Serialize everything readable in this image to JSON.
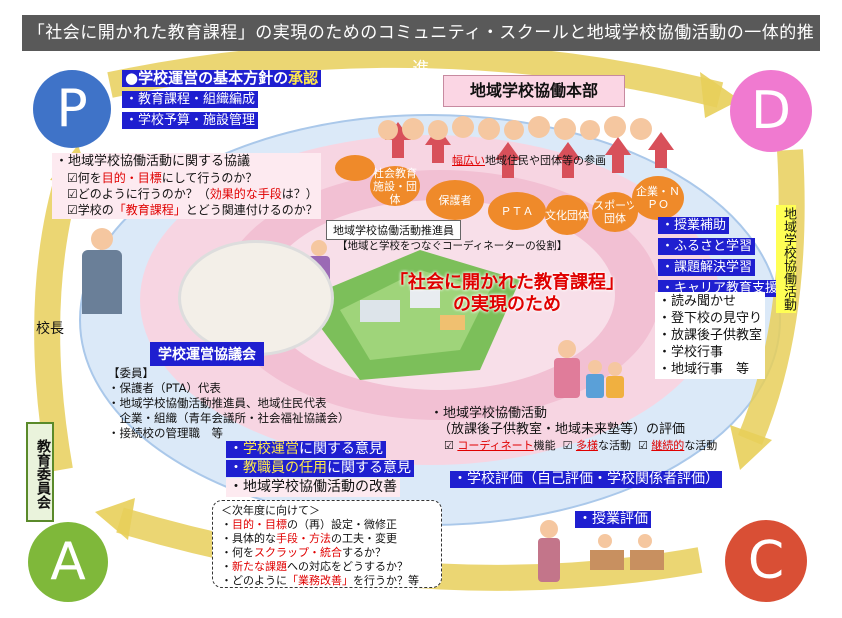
{
  "title": "「社会に開かれた教育課程」の実現のためのコミュニティ・スクールと地域学校協働活動の一体的推進",
  "pdca": {
    "p": "P",
    "d": "D",
    "c": "C",
    "a": "A"
  },
  "approval": {
    "bullet": "●",
    "heading_pre": "学校運営の基本方針の",
    "heading_hl": "承認",
    "items": [
      "・教育課程・組織編成",
      "・学校予算・施設管理"
    ]
  },
  "deliberation": {
    "heading": "・地域学校協働活動に関する協議",
    "line1_pre": "☑何を",
    "line1_red": "目的・目標",
    "line1_post": "にして行うのか？",
    "line2_pre": "☑どのように行うのか？（",
    "line2_red": "効果的な手段",
    "line2_post": "は？）",
    "line3_pre": "☑学校の",
    "line3_red": "「教育課程」",
    "line3_post": "とどう関連付けるのか？"
  },
  "honbu": {
    "label": "地域学校協働本部",
    "caption_red": "幅広い",
    "caption_post": "地域住民や団体等の参画"
  },
  "orgs": [
    "社会教育施設・団体",
    "保護者",
    "ＰＴＡ",
    "文化団体",
    "スポーツ団体",
    "企業・ＮＰＯ"
  ],
  "coordinator": {
    "label": "地域学校協働活動推進員",
    "role": "【地域と学校をつなぐコーディネーターの役割】"
  },
  "center": {
    "line1": "「社会に開かれた教育課程」",
    "line2": "の実現のため"
  },
  "principal": "校長",
  "council": {
    "label": "学校運営協議会",
    "members_heading": "【委員】",
    "members": [
      "・保護者（PTA）代表",
      "・地域学校協働活動推進員、地域住民代表",
      "　企業・組織（青年会議所・社会福祉協議会）",
      "・接続校の管理職　等"
    ]
  },
  "board": "教育委員会",
  "activities_blue": [
    "・授業補助",
    "・ふるさと学習",
    "・課題解決学習",
    "・キャリア教育支援"
  ],
  "activities_plain": [
    "・読み聞かせ",
    "・登下校の見守り",
    "・放課後子供教室",
    "・学校行事",
    "・地域行事　等"
  ],
  "side_vertical": "地域学校協働活動",
  "evaluation": {
    "line1": "・地域学校協働活動",
    "line2": "（放課後子供教室・地域未来塾等）の評価",
    "check1_pre": "☑ ",
    "check1_red": "コーディネート",
    "check1_post": "機能",
    "check2_pre": "☑ ",
    "check2_red": "多様",
    "check2_post": "な活動",
    "check3_pre": "☑ ",
    "check3_red": "継続的",
    "check3_post": "な活動"
  },
  "opinions": {
    "o1_hl": "学校運営",
    "o1_post": "に関する意見",
    "o2_hl": "教職員の任用",
    "o2_post": "に関する意見",
    "o3": "・地域学校協働活動の改善"
  },
  "school_eval": "・学校評価（自己評価・学校関係者評価）",
  "class_eval": "・授業評価",
  "next_year": {
    "heading": "＜次年度に向けて＞",
    "l1_red": "目的・目標",
    "l1_post": "の（再）設定・微修正",
    "l2_pre": "具体的な",
    "l2_red": "手段・方法",
    "l2_post": "の工夫・変更",
    "l3_pre": "何を",
    "l3_red": "スクラップ・統合",
    "l3_post": "するか？",
    "l4_red": "新たな課題",
    "l4_post": "への対応をどうするか？",
    "l5_pre": "どのように",
    "l5_red": "「業務改善」",
    "l5_post": "を行うか？等"
  },
  "colors": {
    "p": "#3f73c8",
    "d": "#f07ad0",
    "c": "#d94f35",
    "a": "#7fb83a",
    "accent_blue": "#1f1fd0",
    "arrow": "#e8cf5a",
    "ring": "#cfe3f7",
    "pink": "#f6c6d8"
  }
}
